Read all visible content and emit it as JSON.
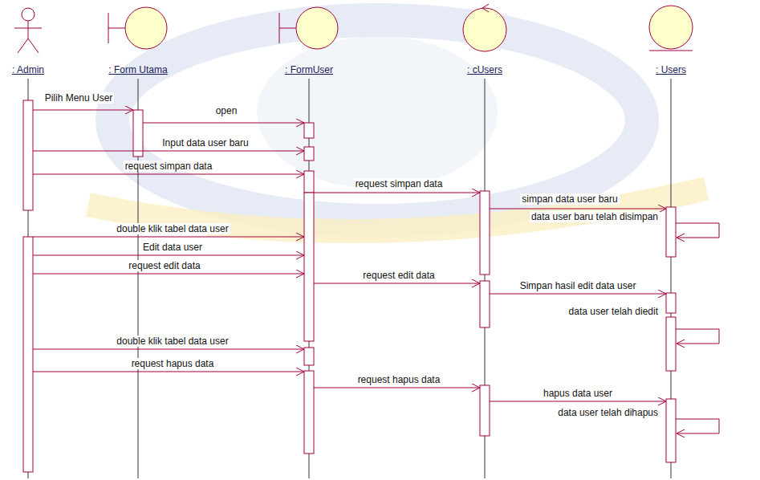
{
  "diagram": {
    "nodes": [
      {
        "text": [
          ": Admin"
        ]
      },
      {
        "text": [
          ": Form Utama"
        ]
      },
      {
        "text": [
          ": FormUser"
        ]
      },
      {
        "text": [
          ": cUsers"
        ]
      },
      {
        "text": [
          ": Users"
        ]
      }
    ],
    "edges": [
      {
        "from": 0,
        "to": 1,
        "label": "Pilih Menu User",
        "arrow": "to"
      },
      {
        "from": 1,
        "to": 2,
        "label": "open",
        "arrow": "to"
      },
      {
        "from": 0,
        "to": 2,
        "label": "Input data user baru",
        "arrow": "to"
      },
      {
        "from": 0,
        "to": 2,
        "label": "request simpan data",
        "arrow": "to"
      },
      {
        "from": 2,
        "to": 3,
        "label": "request simpan data",
        "arrow": "to"
      },
      {
        "from": 3,
        "to": 4,
        "label": "simpan data user baru",
        "arrow": "to"
      },
      {
        "from": 4,
        "to": 4,
        "label": "data user baru telah disimpan",
        "arrow": "to"
      },
      {
        "from": 0,
        "to": 2,
        "label": "double klik tabel data user",
        "arrow": "to"
      },
      {
        "from": 0,
        "to": 2,
        "label": "Edit data user",
        "arrow": "to"
      },
      {
        "from": 0,
        "to": 2,
        "label": "request edit data",
        "arrow": "to"
      },
      {
        "from": 2,
        "to": 3,
        "label": "request edit data",
        "arrow": "to"
      },
      {
        "from": 3,
        "to": 4,
        "label": "Simpan hasil edit data user",
        "arrow": "to"
      },
      {
        "from": 4,
        "to": 4,
        "label": "data user telah diedit",
        "arrow": "to"
      },
      {
        "from": 0,
        "to": 2,
        "label": "double klik tabel data user",
        "arrow": "to"
      },
      {
        "from": 0,
        "to": 2,
        "label": "request hapus data",
        "arrow": "to"
      },
      {
        "from": 2,
        "to": 3,
        "label": "request hapus data",
        "arrow": "to"
      },
      {
        "from": 3,
        "to": 4,
        "label": "hapus data user",
        "arrow": "to"
      },
      {
        "from": 4,
        "to": 4,
        "label": "data user telah dihapus",
        "arrow": "to"
      }
    ]
  }
}
